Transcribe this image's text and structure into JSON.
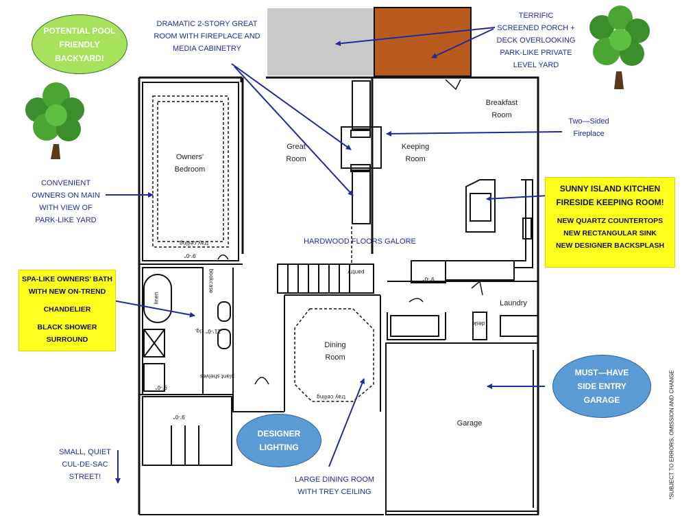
{
  "colors": {
    "annotation_blue": "#1f2a9e",
    "green_ellipse": "#a6e25c",
    "blue_ellipse": "#5b9bd5",
    "yellow_box": "#ffff1e",
    "deck_orange": "#b85a1c",
    "porch_gray": "#c9c9c9"
  },
  "callouts": {
    "pool": [
      "POTENTIAL POOL",
      "FRIENDLY",
      "BACKYARD!"
    ],
    "great_room_note": [
      "DRAMATIC 2-STORY GREAT",
      "ROOM WITH FIREPLACE AND",
      "MEDIA CABINETRY"
    ],
    "porch_note": [
      "TERRIFIC",
      "SCREENED PORCH +",
      "DECK OVERLOOKING",
      "PARK-LIKE PRIVATE",
      "LEVEL YARD"
    ],
    "fireplace_note": [
      "Two—Sided",
      "Fireplace"
    ],
    "owners_note": [
      "CONVENIENT",
      "OWNERS ON MAIN",
      "WITH VIEW OF",
      "PARK-LIKE YARD"
    ],
    "kitchen_box": [
      "SUNNY ISLAND KITCHEN",
      "FIRESIDE KEEPING ROOM!",
      "NEW QUARTZ COUNTERTOPS",
      "NEW RECTANGULAR SINK",
      "NEW DESIGNER BACKSPLASH"
    ],
    "hardwood": "HARDWOOD FLOORS GALORE",
    "bath_box": [
      "SPA-LIKE OWNERS’ BATH",
      "WITH NEW ON-TREND",
      "CHANDELIER",
      "BLACK SHOWER",
      "SURROUND"
    ],
    "garage_ellipse": [
      "MUST—HAVE",
      "SIDE ENTRY",
      "GARAGE"
    ],
    "lighting_ellipse": [
      "DESIGNER",
      "LIGHTING"
    ],
    "street_note": [
      "SMALL, QUIET",
      "CUL-DE-SAC",
      "STREET!"
    ],
    "dining_note": [
      "LARGE DINING ROOM",
      "WITH TREY CEILING"
    ],
    "disclaimer": "*SUBJECT TO ERRORS, OMISSION AND CHANGE"
  },
  "rooms": {
    "breakfast": [
      "Breakfast",
      "Room"
    ],
    "great": [
      "Great",
      "Room"
    ],
    "keeping": [
      "Keeping",
      "Room"
    ],
    "owners_bedroom": [
      "Owners’",
      "Bedroom"
    ],
    "laundry": "Laundry",
    "dining": [
      "Dining",
      "Room"
    ],
    "garage": "Garage"
  },
  "plan_labels": {
    "trey_ceiling_bedroom": "tray ceiling",
    "trey_ceiling_dining": "tray ceiling",
    "closet_ceiling": "9'-0\"",
    "bath_ceiling": "11'-0\" clg.",
    "powder_ceiling": "9'-0\"",
    "hall_ceiling": "9'-0\"",
    "linen": "linen",
    "plant_shelf": "plant shelves",
    "pantry": "pantry",
    "bookcase": "bookcase",
    "desk": "desk",
    "kitchen_ceiling": "9'-0\""
  }
}
